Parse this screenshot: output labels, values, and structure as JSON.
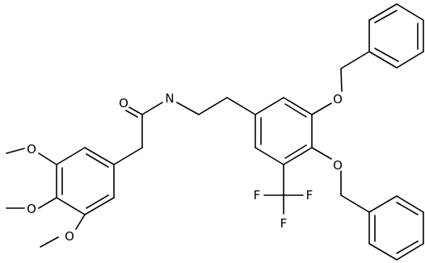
{
  "molecule": {
    "atom_labels": {
      "carbonyl_oxygen": "O",
      "amide_nitrogen": "N",
      "ether_oxygen_upper": "O",
      "ether_oxygen_lower": "O",
      "fluorine_left": "F",
      "fluorine_right": "F",
      "fluorine_bottom": "F",
      "methoxy_oxygen_top": "O",
      "methoxy_oxygen_middle": "O",
      "methoxy_oxygen_bottom": "O"
    }
  }
}
